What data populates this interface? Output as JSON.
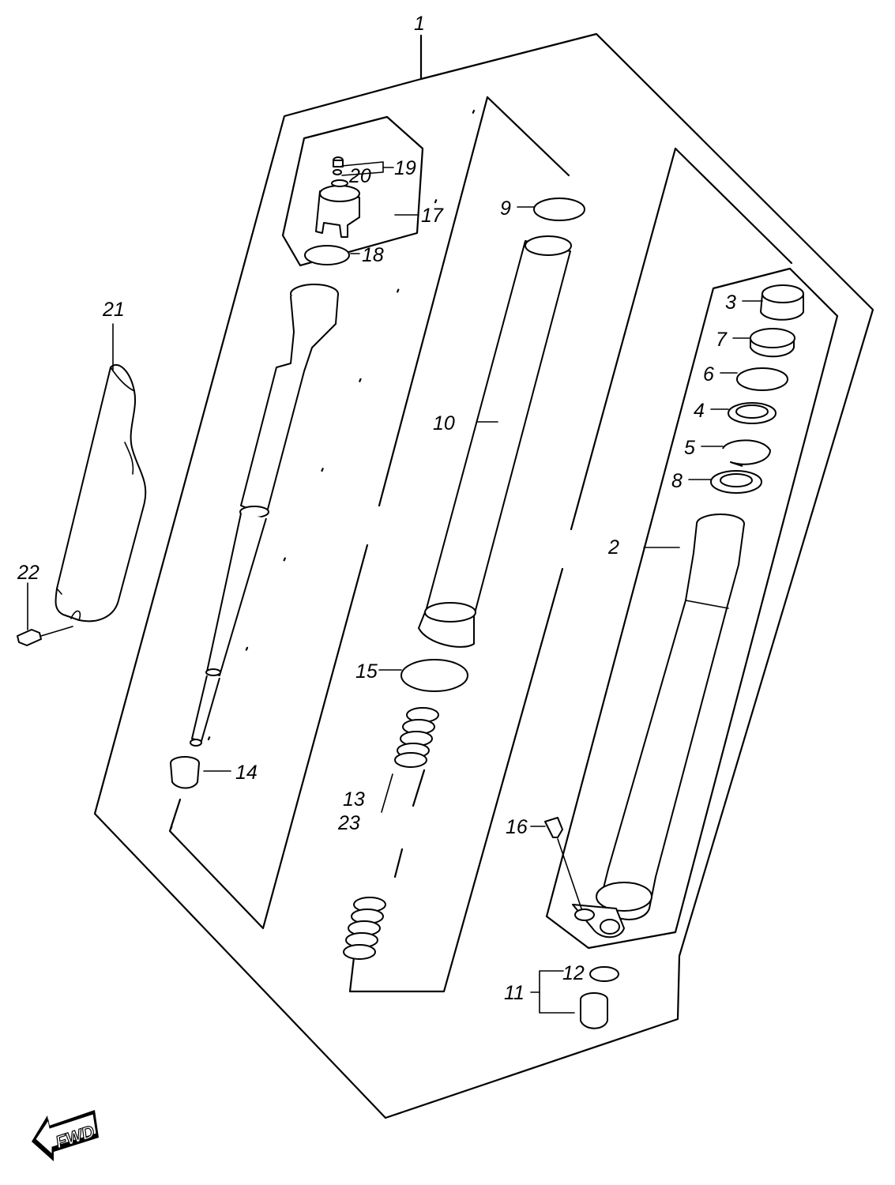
{
  "diagram": {
    "direction_label": "FWD",
    "parts": [
      {
        "id": "p1",
        "label": "1"
      },
      {
        "id": "p2",
        "label": "2"
      },
      {
        "id": "p3",
        "label": "3"
      },
      {
        "id": "p4",
        "label": "4"
      },
      {
        "id": "p5",
        "label": "5"
      },
      {
        "id": "p6",
        "label": "6"
      },
      {
        "id": "p7",
        "label": "7"
      },
      {
        "id": "p8",
        "label": "8"
      },
      {
        "id": "p9",
        "label": "9"
      },
      {
        "id": "p10",
        "label": "10"
      },
      {
        "id": "p11",
        "label": "11"
      },
      {
        "id": "p12",
        "label": "12"
      },
      {
        "id": "p13",
        "label": "13"
      },
      {
        "id": "p14",
        "label": "14"
      },
      {
        "id": "p15",
        "label": "15"
      },
      {
        "id": "p16",
        "label": "16"
      },
      {
        "id": "p17",
        "label": "17"
      },
      {
        "id": "p18",
        "label": "18"
      },
      {
        "id": "p19",
        "label": "19"
      },
      {
        "id": "p20",
        "label": "20"
      },
      {
        "id": "p21",
        "label": "21"
      },
      {
        "id": "p22",
        "label": "22"
      },
      {
        "id": "p23",
        "label": "23"
      }
    ]
  }
}
